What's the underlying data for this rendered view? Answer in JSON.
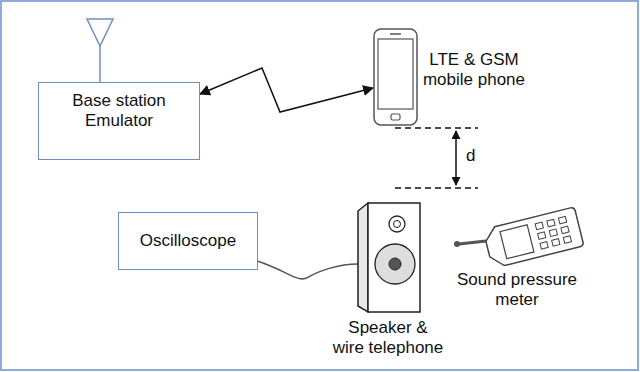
{
  "diagram": {
    "nodes": [
      {
        "text": [
          "Base station Emulator"
        ]
      },
      {
        "text": [
          "LTE & GSM mobile phone"
        ]
      },
      {
        "text": [
          "Oscilloscope"
        ]
      },
      {
        "text": [
          "Speaker & wire telephone"
        ]
      },
      {
        "text": [
          "Sound pressure meter"
        ]
      }
    ],
    "edges": [
      {
        "from": 0,
        "to": 1,
        "arrow": "both"
      },
      {
        "from": 2,
        "to": 3,
        "arrow": "none"
      }
    ],
    "labels": [
      "d"
    ]
  }
}
